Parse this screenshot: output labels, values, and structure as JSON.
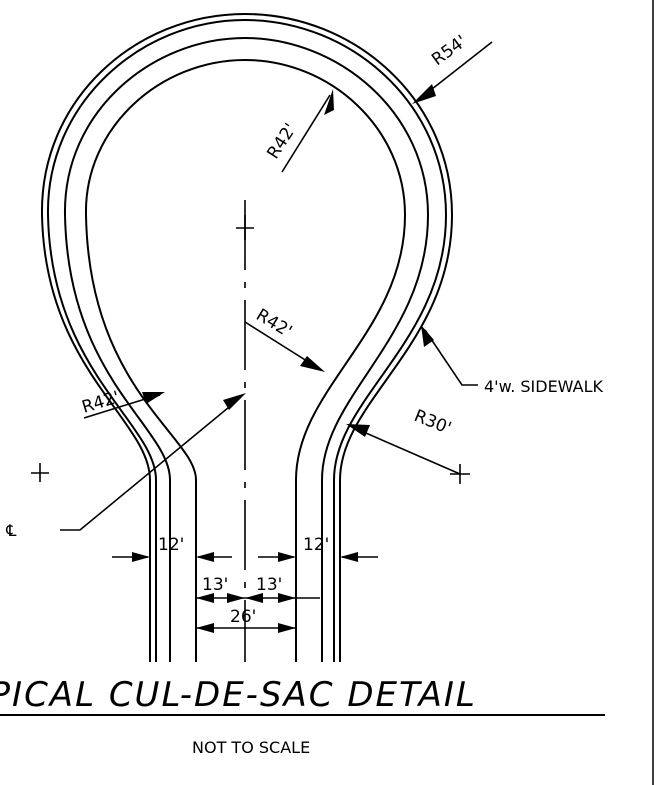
{
  "drawing": {
    "title": "TYPICAL CUL-DE-SAC DETAIL",
    "subtitle": "NOT TO SCALE",
    "labels": {
      "outer_radius": "R54'",
      "inner_radius": "R42'",
      "entry_radius_right": "R42'",
      "entry_radius_left": "R42'",
      "outer_return_radius": "R30'",
      "sidewalk": "4'w. SIDEWALK",
      "centerline": "ST. ℄",
      "left_strip": "12'",
      "right_strip": "12'",
      "half_left": "13'",
      "half_right": "13'",
      "total_width": "26'"
    }
  }
}
